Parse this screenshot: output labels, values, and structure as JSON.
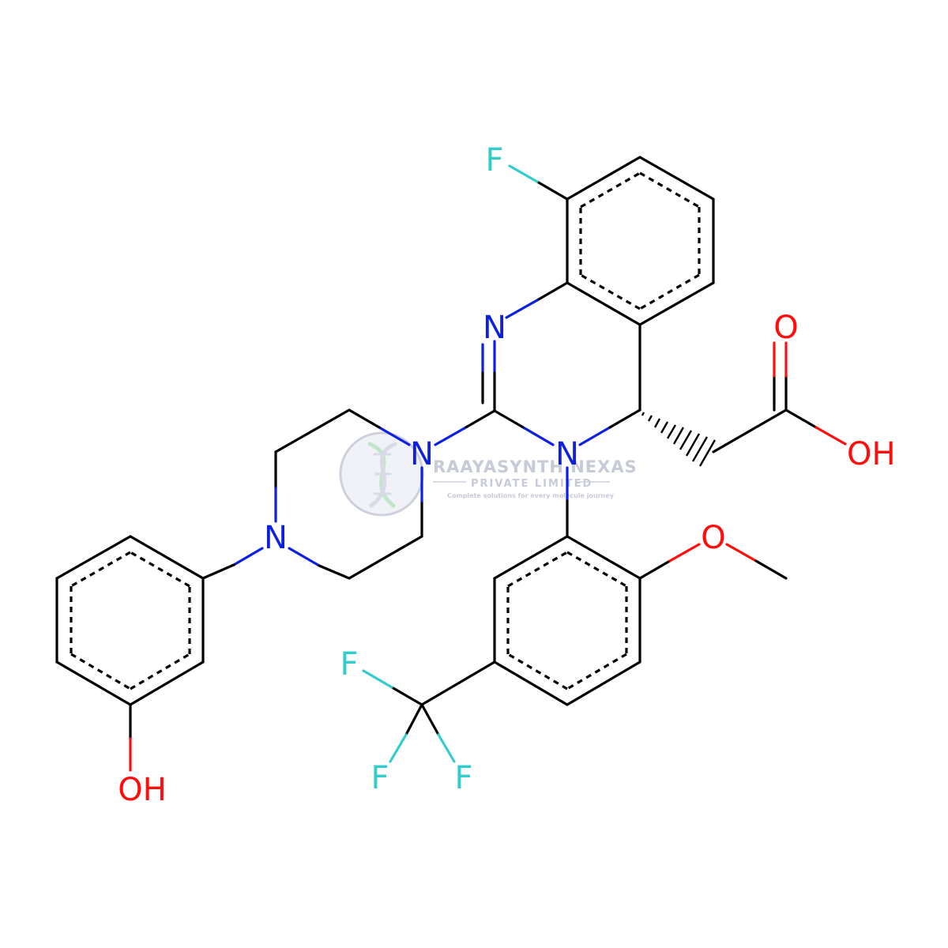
{
  "molecule": {
    "atoms": {
      "F_top": "F",
      "N_ring_imine": "N",
      "N_piperazine_upper": "N",
      "N_piperazine_lower": "N",
      "N_ring_amine": "N",
      "O_carbonyl": "O",
      "OH_acid": "OH",
      "O_methoxy": "O",
      "OH_phenol": "OH",
      "F_cf3_left": "F",
      "F_cf3_bottom_left": "F",
      "F_cf3_bottom_right": "F"
    }
  },
  "watermark": {
    "name": "RAAYASYNTH NEXAS",
    "subtitle": "PRIVATE LIMITED",
    "tagline": "Complete solutions for every molecule journey"
  },
  "colors": {
    "carbon": "#000000",
    "nitrogen": "#0d1fe0",
    "oxygen": "#ff0d0d",
    "fluorine": "#33cccc",
    "watermark": "#9aa0b8"
  }
}
